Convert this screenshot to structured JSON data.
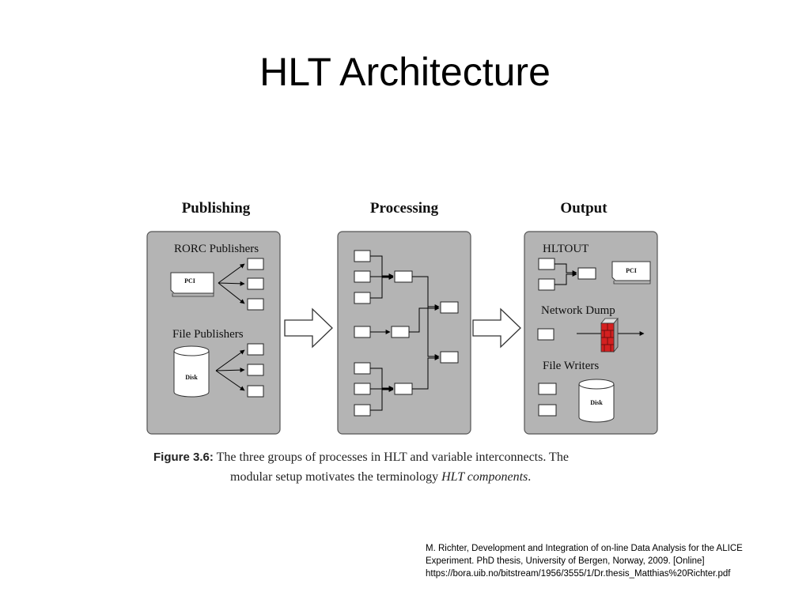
{
  "slide": {
    "title": "HLT Architecture"
  },
  "diagram": {
    "groups": {
      "publishing": {
        "heading": "Publishing",
        "rorc_label": "RORC Publishers",
        "pci_label": "PCI",
        "file_label": "File Publishers",
        "disk_label": "Disk"
      },
      "processing": {
        "heading": "Processing"
      },
      "output": {
        "heading": "Output",
        "hltout_label": "HLTOUT",
        "pci_label": "PCI",
        "network_label": "Network Dump",
        "file_writers_label": "File Writers",
        "disk_label": "Disk"
      }
    },
    "colors": {
      "panel_fill": "#b4b4b4",
      "firewall_red": "#d42020"
    }
  },
  "caption": {
    "label": "Figure 3.6:",
    "line1": "The three groups of processes in HLT and variable interconnects.  The",
    "line2_prefix": "modular setup motivates the terminology ",
    "line2_emphasis": "HLT components",
    "line2_suffix": "."
  },
  "reference": {
    "line1": "M. Richter, Development and Integration of on-line Data Analysis for the ALICE",
    "line2": "Experiment. PhD thesis, University of Bergen, Norway, 2009. [Online]",
    "line3": "https://bora.uib.no/bitstream/1956/3555/1/Dr.thesis_Matthias%20Richter.pdf"
  }
}
